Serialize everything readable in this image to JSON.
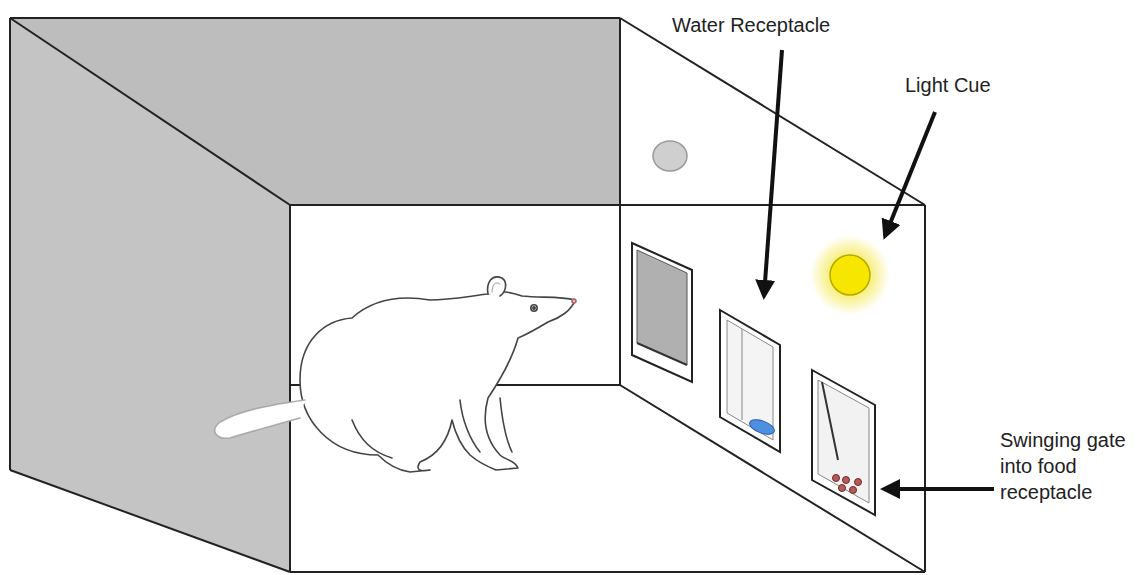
{
  "diagram": {
    "labels": [
      "Water Receptacle",
      "Light Cue",
      "Swinging gate into food receptacle"
    ]
  }
}
